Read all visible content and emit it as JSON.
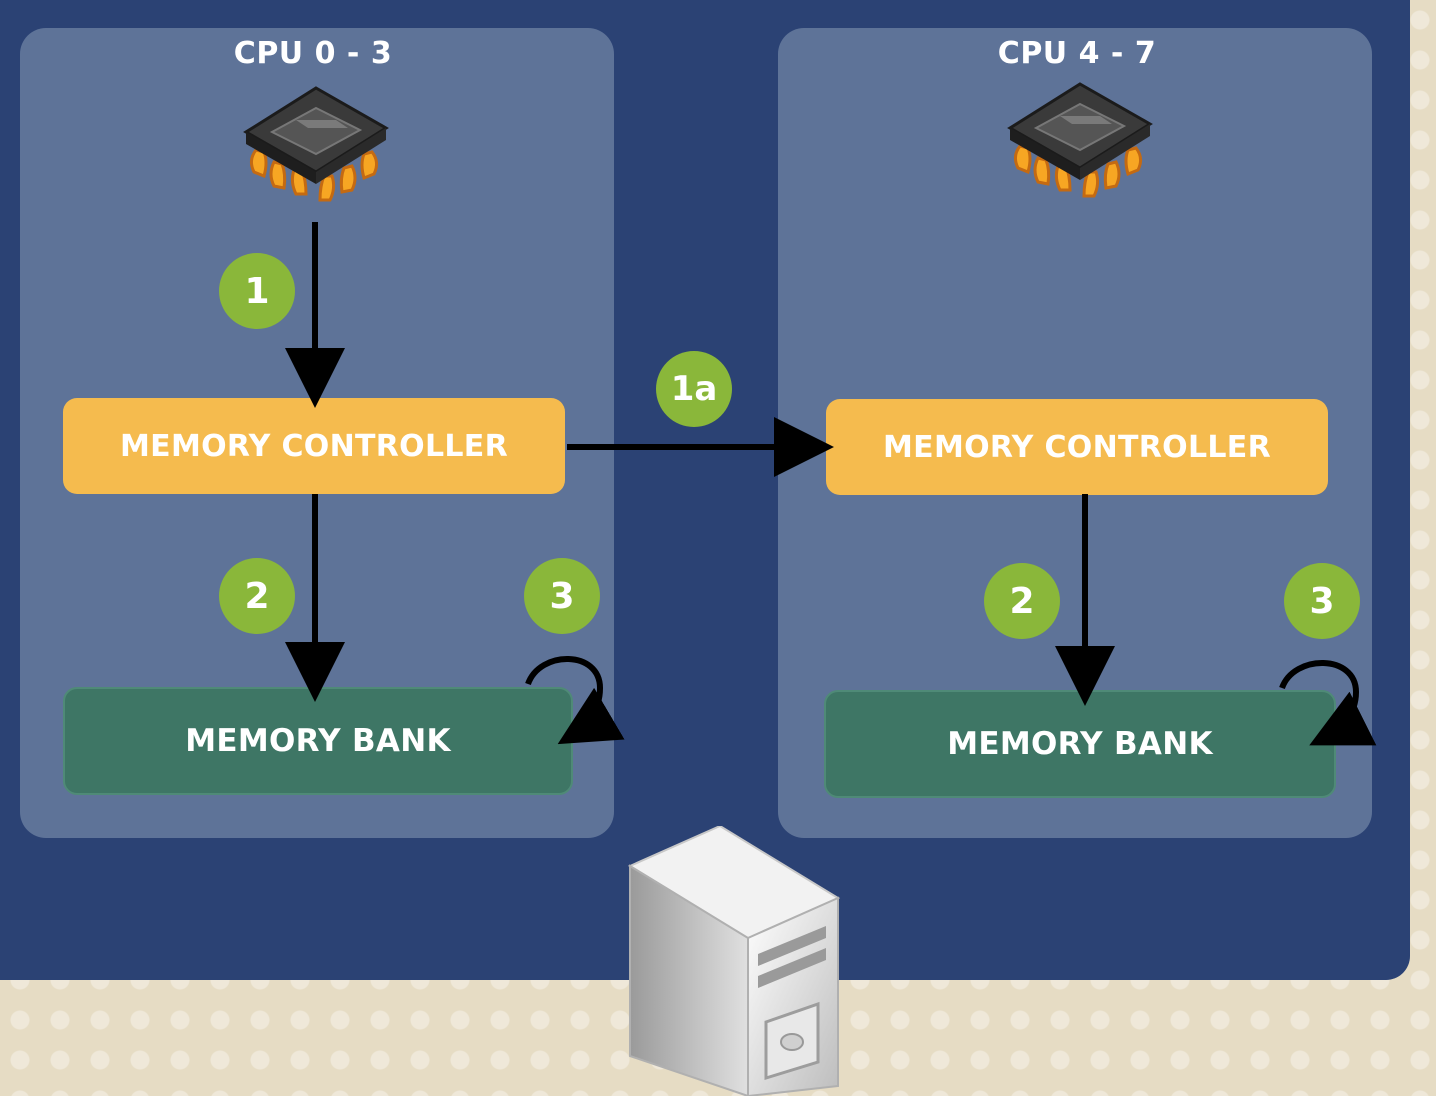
{
  "left_node": {
    "cpu_label": "CPU 0 - 3",
    "controller_label": "MEMORY CONTROLLER",
    "bank_label": "MEMORY BANK",
    "steps": [
      "1",
      "2",
      "3"
    ]
  },
  "right_node": {
    "cpu_label": "CPU 4 - 7",
    "controller_label": "MEMORY CONTROLLER",
    "bank_label": "MEMORY BANK",
    "steps": [
      "2",
      "3"
    ]
  },
  "cross_node_step": "1a",
  "colors": {
    "outer_background": "#2b4274",
    "node_panel": "#5e7398",
    "memory_controller": "#f5bb4e",
    "memory_bank": "#3e7665",
    "step_badge": "#8ab73a",
    "page_background": "#e6dcc4"
  },
  "icons": [
    "cpu-chip-icon",
    "server-tower-icon"
  ]
}
